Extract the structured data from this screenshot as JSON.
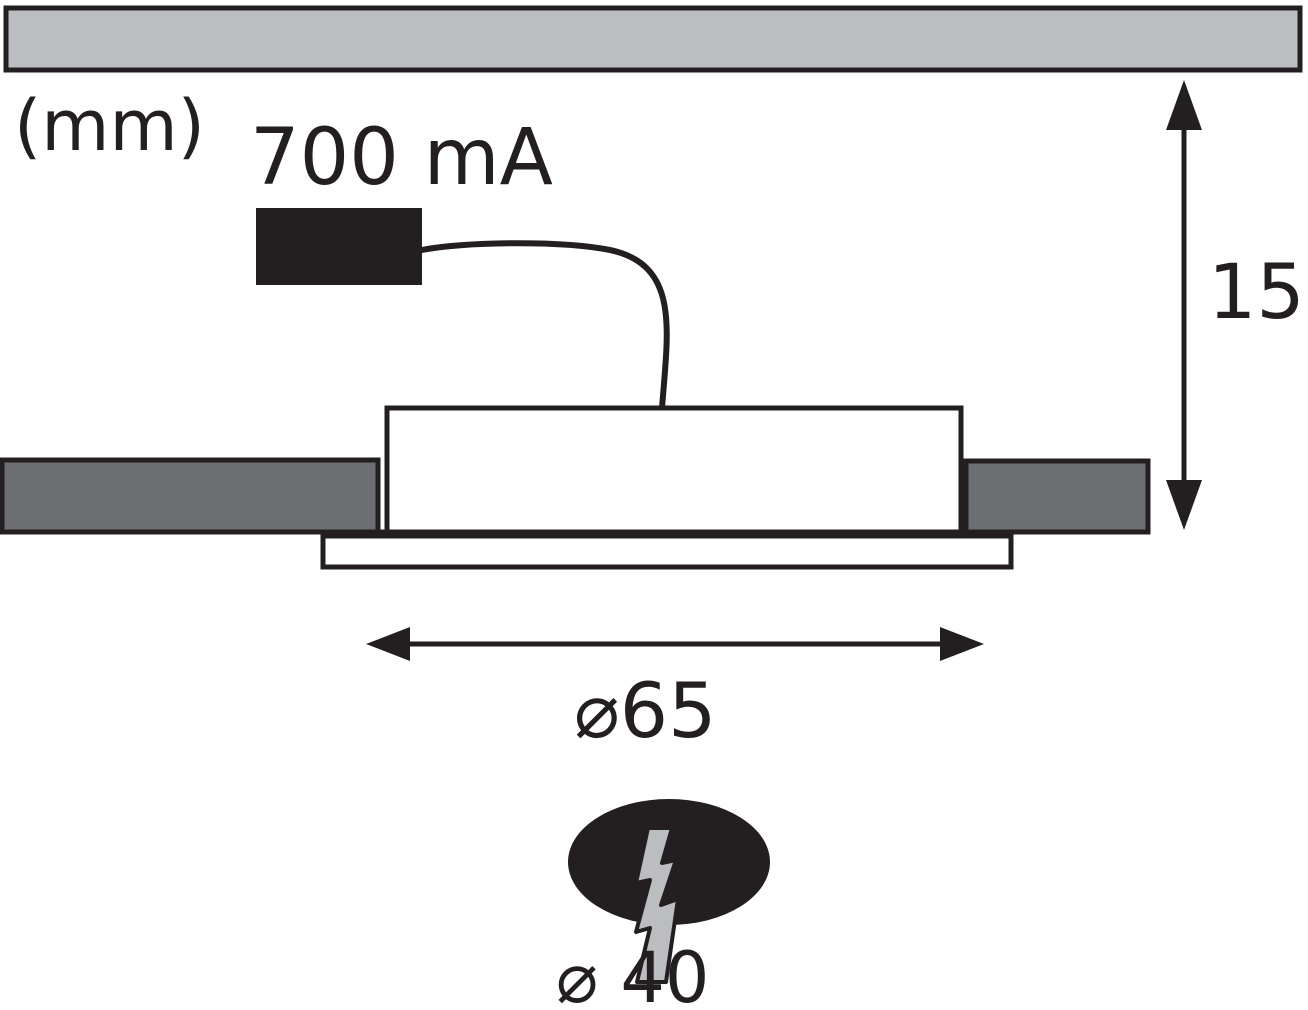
{
  "diagram": {
    "unit_label": "(mm)",
    "current_label": "700 mA",
    "height_value": "15",
    "diameter_value": "⌀65",
    "cutout_label": "⌀ 40"
  },
  "colors": {
    "outline": "#231f20",
    "ceiling_fill": "#bcbdc0",
    "panel_fill": "#6d6e71",
    "driver_fill": "#231f20",
    "background": "#ffffff"
  },
  "icons": {
    "drill": "drill-hole-icon",
    "arrows": "dimension-arrow-icon"
  }
}
